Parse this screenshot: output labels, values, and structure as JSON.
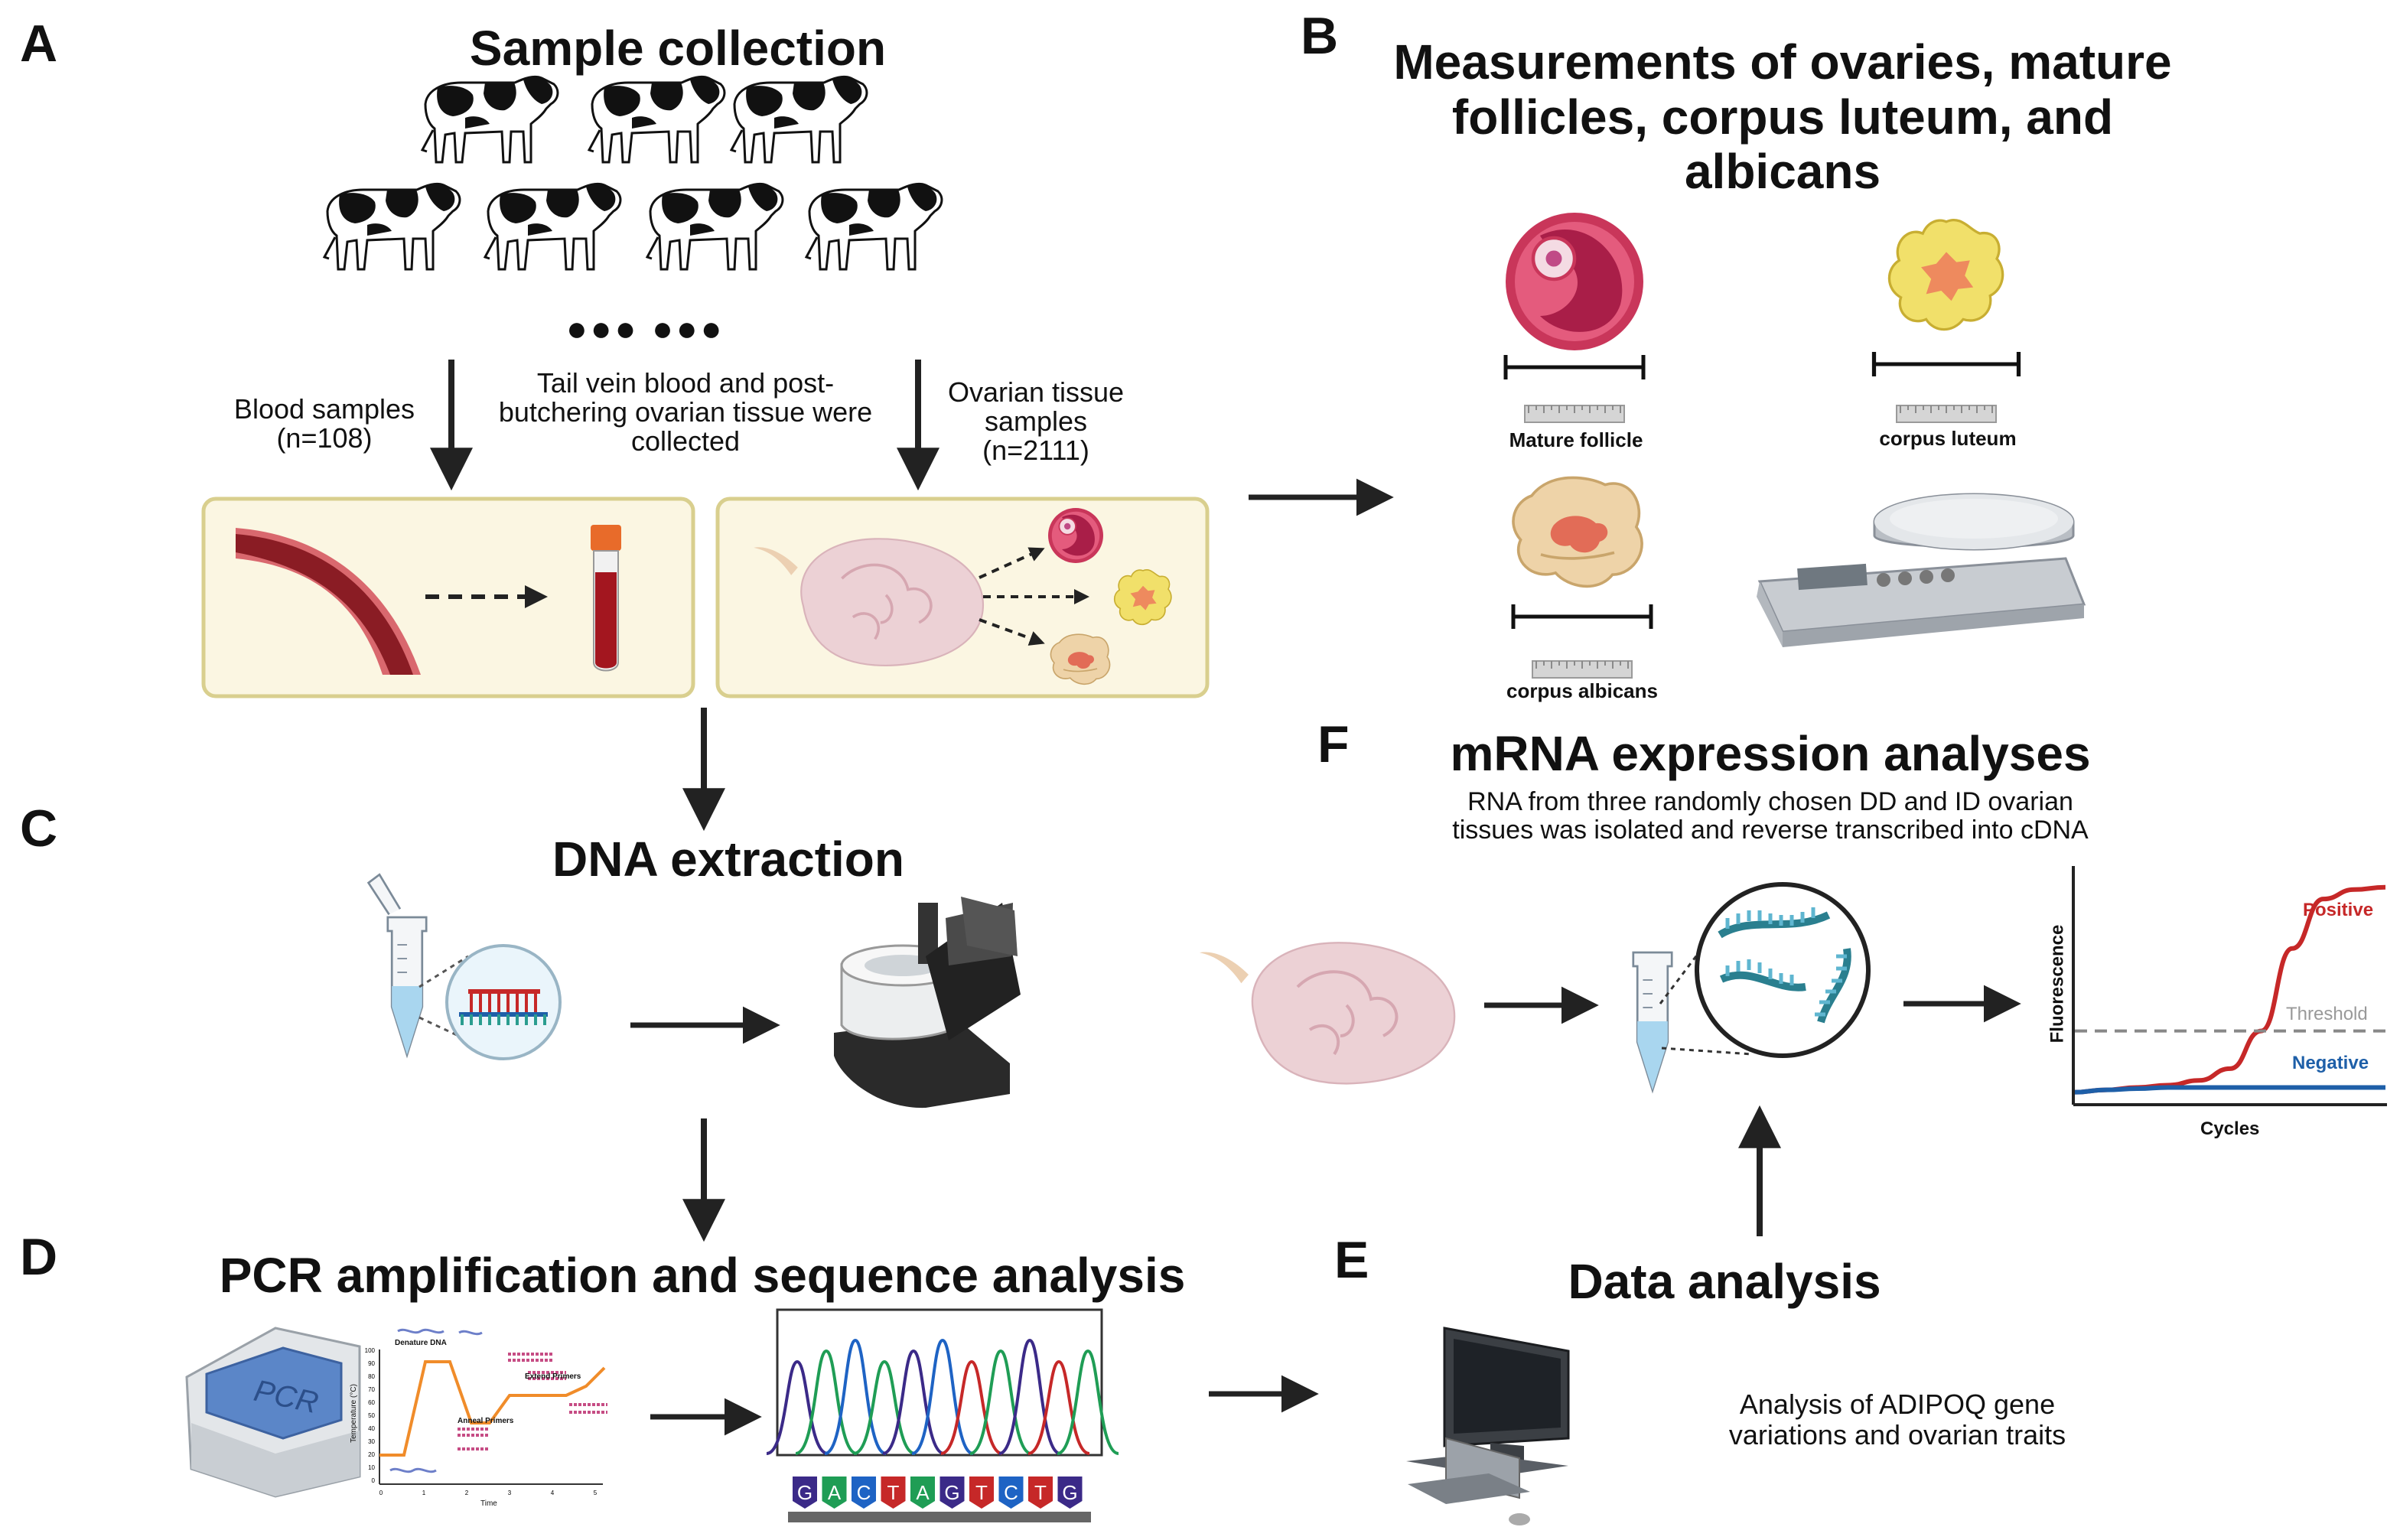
{
  "panels": {
    "a": {
      "letter": "A",
      "title": "Sample collection",
      "ellipsis": "●●●  ●●●",
      "blood_label": [
        "Blood samples",
        "(n=108)"
      ],
      "center_label": [
        "Tail vein blood and post-",
        "butchering ovarian tissue were",
        "collected"
      ],
      "ovarian_label": [
        "Ovarian tissue",
        "samples",
        "(n=2111)"
      ]
    },
    "b": {
      "letter": "B",
      "title": [
        "Measurements of ovaries, mature",
        "follicles, corpus luteum, and",
        "albicans"
      ],
      "mature_follicle": "Mature follicle",
      "corpus_luteum": "corpus luteum",
      "corpus_albicans": "corpus albicans"
    },
    "c": {
      "letter": "C",
      "title": "DNA extraction"
    },
    "d": {
      "letter": "D",
      "title": "PCR amplification and sequence analysis",
      "pcr_device_label": "PCR",
      "pcr_graph": {
        "denature": "Denature DNA",
        "anneal": "Anneal Primers",
        "extend": "Extend Primers",
        "xlabel": "Time",
        "ylabel": "Temperature (°C)",
        "yticks": [
          "100",
          "90",
          "80",
          "70",
          "60",
          "50",
          "40",
          "30",
          "20",
          "10",
          "0"
        ],
        "xticks": [
          "0",
          "1",
          "2",
          "3",
          "4",
          "5"
        ]
      },
      "sequence_letters": [
        "G",
        "A",
        "C",
        "T",
        "A",
        "G",
        "T",
        "C",
        "T",
        "G"
      ]
    },
    "e": {
      "letter": "E",
      "title": "Data analysis",
      "description": [
        "Analysis of ADIPOQ gene",
        "variations and ovarian traits"
      ]
    },
    "f": {
      "letter": "F",
      "title": "mRNA expression analyses",
      "description": [
        "RNA from three randomly chosen DD and ID ovarian",
        "tissues was isolated and reverse transcribed into cDNA"
      ]
    }
  },
  "chart_data": {
    "type": "line",
    "xlabel": "Cycles",
    "ylabel": "Fluorescence",
    "series": [
      {
        "name": "Positive",
        "color": "#c62828",
        "values": [
          0.04,
          0.05,
          0.06,
          0.07,
          0.09,
          0.14,
          0.3,
          0.65,
          0.86,
          0.9,
          0.91
        ]
      },
      {
        "name": "Negative",
        "color": "#1e5fa8",
        "values": [
          0.04,
          0.05,
          0.055,
          0.06,
          0.06,
          0.06,
          0.06,
          0.06,
          0.06,
          0.06,
          0.06
        ]
      }
    ],
    "threshold": {
      "label": "Threshold",
      "value": 0.3
    },
    "grid": false
  },
  "colors": {
    "panel_fill": "#fbf6e2",
    "panel_border": "#d9cf8e",
    "arrow": "#222222",
    "vessel": "#8a1c24",
    "vessel_wall": "#d9686e",
    "ovary": "#ecd1d5",
    "follicle": "#c9365a",
    "corpus_luteum": "#f1e06a",
    "corpus_albicans": "#eed3a8"
  },
  "icons": [
    "cow-icon",
    "blood-vessel-icon",
    "blood-tube-icon",
    "ovary-icon",
    "follicle-icon",
    "corpus-luteum-icon",
    "corpus-albicans-icon",
    "scale-icon",
    "tube-icon",
    "dna-icon",
    "extractor-icon",
    "pcr-machine-icon",
    "chromatogram-icon",
    "computer-icon"
  ]
}
